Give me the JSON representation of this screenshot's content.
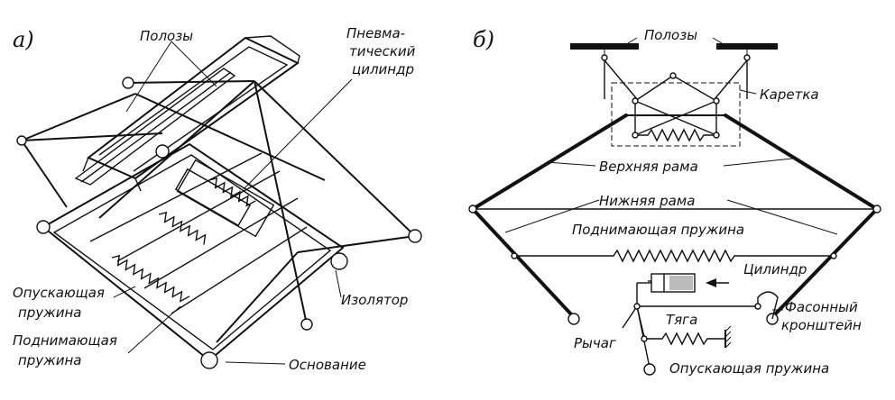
{
  "panel_a": {
    "tag": "а)",
    "labels": {
      "polozy": "Полозы",
      "pnevmo_1": "Пневма-",
      "pnevmo_2": "тический",
      "pnevmo_3": "цилиндр",
      "opusk_1": "Опускающая",
      "opusk_2": "пружина",
      "podnim_1": "Поднимающая",
      "podnim_2": "пружина",
      "izolyator": "Изолятор",
      "osnovanie": "Основание"
    }
  },
  "panel_b": {
    "tag": "б)",
    "labels": {
      "polozy": "Полозы",
      "karetka": "Каретка",
      "verh_rama": "Верхняя рама",
      "nizh_rama": "Нижняя рама",
      "podnim": "Поднимающая пружина",
      "cilindr": "Цилиндр",
      "fason_1": "Фасонный",
      "fason_2": "кронштейн",
      "tyaga": "Тяга",
      "rychag": "Рычаг",
      "opusk": "Опускающая пружина"
    }
  }
}
